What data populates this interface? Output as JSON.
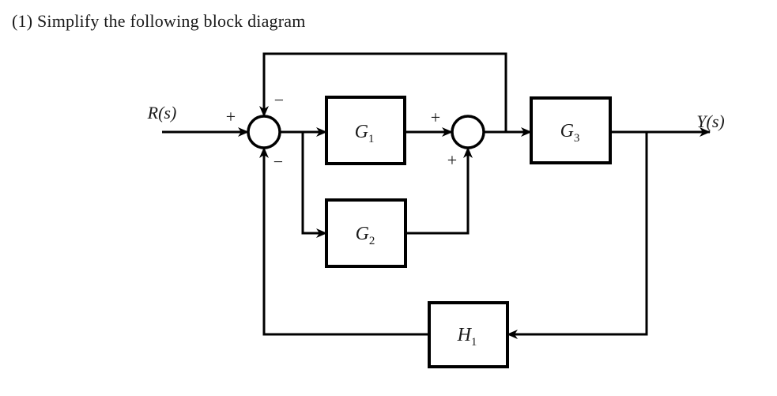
{
  "title": "(1) Simplify the following block diagram",
  "diagram": {
    "input_label": "R(s)",
    "output_label": "Y(s)",
    "blocks": {
      "g1": {
        "letter": "G",
        "sub": "1"
      },
      "g2": {
        "letter": "G",
        "sub": "2"
      },
      "g3": {
        "letter": "G",
        "sub": "3"
      },
      "h1": {
        "letter": "H",
        "sub": "1"
      }
    },
    "sum1": {
      "left_sign": "+",
      "top_sign": "−",
      "bottom_sign": "−"
    },
    "sum2": {
      "left_sign": "+",
      "bottom_sign": "+"
    },
    "colors": {
      "line": "#000000",
      "background": "#ffffff",
      "text": "#1a1a1a"
    }
  }
}
